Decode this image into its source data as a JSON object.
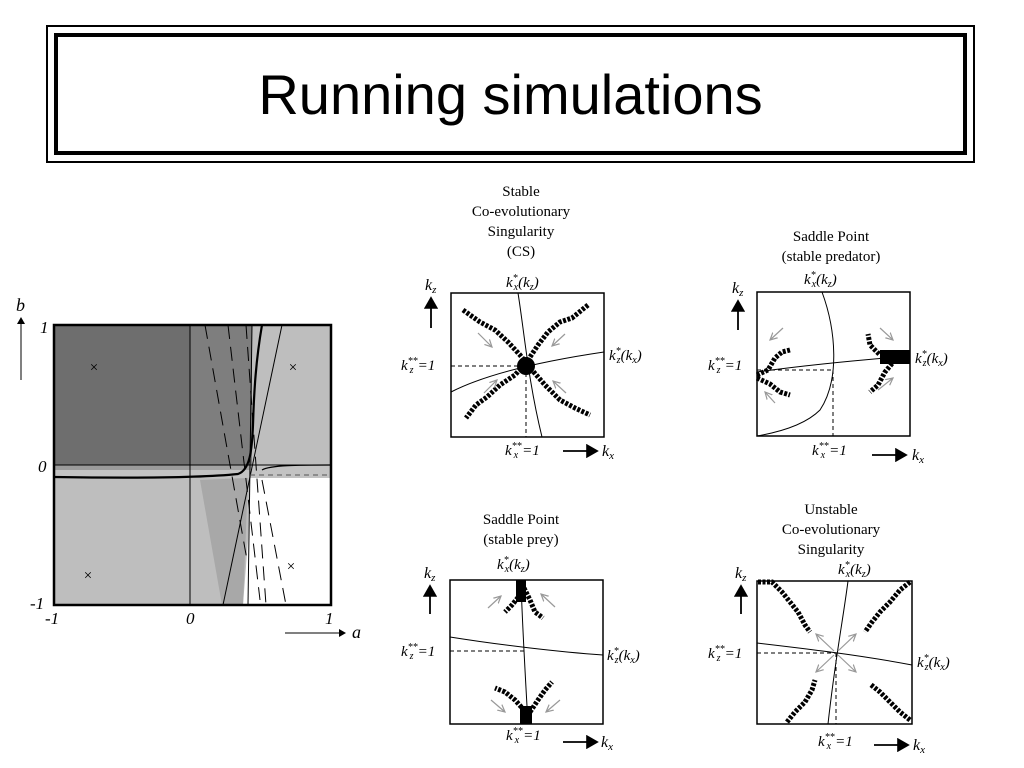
{
  "title": "Running simulations",
  "phase_plot": {
    "y_axis_label": "b",
    "x_axis_label": "a",
    "y_ticks": [
      "1",
      "0",
      "-1"
    ],
    "x_ticks": [
      "-1",
      "0",
      "1"
    ],
    "marker": "×"
  },
  "panels": [
    {
      "caption": [
        "Stable",
        "Co-evolutionary",
        "Singularity",
        "(CS)"
      ]
    },
    {
      "caption": [
        "Saddle Point",
        "(stable predator)"
      ]
    },
    {
      "caption": [
        "Saddle Point",
        "(stable prey)"
      ]
    },
    {
      "caption": [
        "Unstable",
        "Co-evolutionary",
        "Singularity"
      ]
    }
  ],
  "panel_labels": {
    "kz_axis": "k",
    "kz_sub": "z",
    "kx_axis": "k",
    "kx_sub": "x",
    "kx_star_of_kz": "k",
    "kz_star_of_kx": "k",
    "kz_double_star_eq": "k",
    "kx_double_star_eq": "k",
    "eq_one": "=1"
  },
  "colors": {
    "dark_region": "#6e6e6e",
    "mid_region": "#8c8c8c",
    "light_region": "#bebebe",
    "white_region": "#ffffff",
    "arrow_gray": "#999999"
  }
}
